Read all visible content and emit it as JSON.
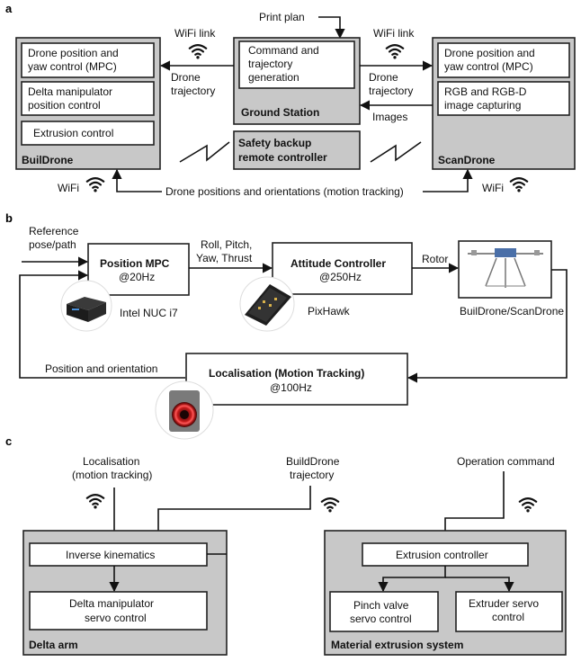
{
  "panel_a": {
    "letter": "a",
    "print_plan": "Print plan",
    "builddrone": {
      "title": "BuilDrone",
      "modules": [
        "Drone position and",
        "yaw control (MPC)",
        "Delta manipulator",
        "position control",
        "Extrusion control"
      ]
    },
    "ground_station": {
      "title": "Ground Station",
      "command": [
        "Command and",
        "trajectory",
        "generation"
      ]
    },
    "safety": [
      "Safety backup",
      "remote controller"
    ],
    "scandrone": {
      "title": "ScanDrone",
      "modules": [
        "Drone position and",
        "yaw control (MPC)",
        "RGB and RGB-D",
        "image capturing"
      ]
    },
    "wifi_link_left": "WiFi link",
    "wifi_link_right": "WiFi link",
    "drone_traj_left": [
      "Drone",
      "trajectory"
    ],
    "drone_traj_right": [
      "Drone",
      "trajectory"
    ],
    "images": "Images",
    "wifi_left": "WiFi",
    "wifi_right": "WiFi",
    "motion_tracking": "Drone positions and orientations (motion tracking)"
  },
  "panel_b": {
    "letter": "b",
    "reference": [
      "Reference",
      "pose/path"
    ],
    "position_mpc": "Position MPC",
    "position_mpc_rate": "@20Hz",
    "intel": "Intel NUC i7",
    "rpyt": [
      "Roll, Pitch,",
      "Yaw, Thrust"
    ],
    "attitude": "Attitude Controller",
    "attitude_rate": "@250Hz",
    "pixhawk": "PixHawk",
    "rotor": "Rotor",
    "drone_label": "BuilDrone/ScanDrone",
    "position_orientation": "Position and orientation",
    "localisation": "Localisation (Motion Tracking)",
    "localisation_rate": "@100Hz"
  },
  "panel_c": {
    "letter": "c",
    "localisation_in": [
      "Localisation",
      "(motion tracking)"
    ],
    "builddrone_traj": [
      "BuildDrone",
      "trajectory"
    ],
    "operation_command": "Operation command",
    "inverse_kinematics": "Inverse kinematics",
    "delta_servo": [
      "Delta manipulator",
      "servo control"
    ],
    "delta_arm": "Delta arm",
    "extrusion_controller": "Extrusion controller",
    "pinch_valve": [
      "Pinch valve",
      "servo control"
    ],
    "extruder_servo": [
      "Extruder servo",
      "control"
    ],
    "material_extrusion": "Material extrusion system"
  }
}
